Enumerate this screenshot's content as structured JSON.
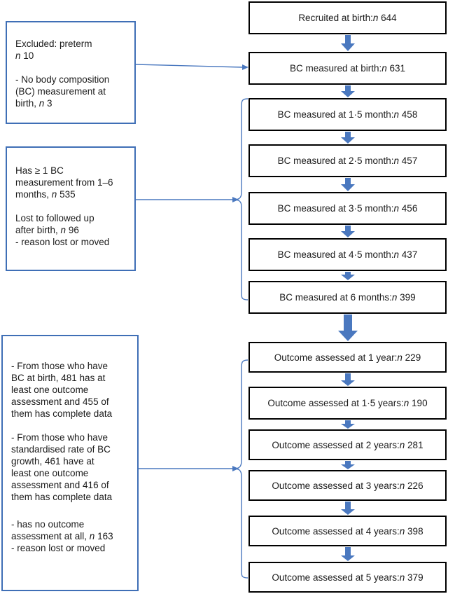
{
  "main_boxes": [
    {
      "id": "recruited",
      "text": "Recruited at birth: ",
      "n": "644"
    },
    {
      "id": "bc-birth",
      "text": "BC measured at birth: ",
      "n": "631"
    },
    {
      "id": "bc-1-5",
      "text": "BC measured at 1·5 month: ",
      "n": "458"
    },
    {
      "id": "bc-2-5",
      "text": "BC measured at 2·5 month: ",
      "n": "457"
    },
    {
      "id": "bc-3-5",
      "text": "BC measured at 3·5 month: ",
      "n": "456"
    },
    {
      "id": "bc-4-5",
      "text": "BC measured at 4·5 month: ",
      "n": "437"
    },
    {
      "id": "bc-6",
      "text": "BC measured at 6 months: ",
      "n": "399"
    },
    {
      "id": "out-1",
      "text": "Outcome assessed at 1 year: ",
      "n": "229"
    },
    {
      "id": "out-1-5",
      "text": "Outcome assessed at 1·5 years: ",
      "n": "190"
    },
    {
      "id": "out-2",
      "text": "Outcome assessed at 2 years: ",
      "n": "281"
    },
    {
      "id": "out-3",
      "text": "Outcome assessed at 3 years: ",
      "n": "226"
    },
    {
      "id": "out-4",
      "text": "Outcome assessed at 4 years: ",
      "n": "398"
    },
    {
      "id": "out-5",
      "text": "Outcome assessed at 5 years: ",
      "n": "379"
    }
  ],
  "n_symbol": "n",
  "side_boxes": {
    "excluded": {
      "line1": "Excluded: preterm",
      "line2_n": "10",
      "line3": "- No body composition",
      "line4": "(BC) measurement at",
      "line5_prefix": "birth, ",
      "line5_n": "3"
    },
    "followup": {
      "line1": "Has ≥ 1 BC",
      "line2": "measurement from 1–6",
      "line3": "months, ",
      "line3_n": "535",
      "line4": "Lost to followed up",
      "line5": "after birth, ",
      "line5_n": "96",
      "line6": "- reason lost or moved"
    },
    "outcome": {
      "p1": [
        "- From those who have",
        "BC at birth, 481 has at",
        "least one outcome",
        "assessment and 455 of",
        "them has complete data"
      ],
      "p2": [
        "- From those who have",
        "standardised rate of BC",
        "growth, 461 have at",
        "least one outcome",
        "assessment and 416 of",
        "them has complete data"
      ],
      "p3_line1": "- has no outcome",
      "p3_line2": "assessment at all, ",
      "p3_line2_n": "163",
      "p3_line3": "- reason lost or moved"
    }
  },
  "colors": {
    "arrow": "#4a78bf",
    "side_border": "#3f6fb6",
    "main_border": "#000000",
    "connector": "#4a78bf"
  }
}
